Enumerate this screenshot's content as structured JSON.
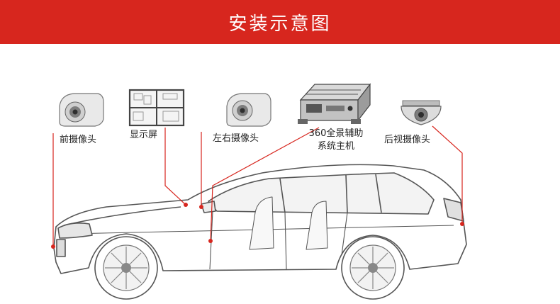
{
  "header": {
    "title": "安装示意图"
  },
  "components": [
    {
      "label": "前摄像头",
      "icon": "front-camera-icon"
    },
    {
      "label": "显示屏",
      "icon": "monitor-icon"
    },
    {
      "label": "左右摄像头",
      "icon": "side-camera-icon"
    },
    {
      "label_line1": "360全景辅助",
      "label_line2": "系统主机",
      "icon": "dvr-host-icon"
    },
    {
      "label": "后视摄像头",
      "icon": "rear-camera-icon"
    }
  ],
  "colors": {
    "banner": "#d7261e",
    "connector": "#d7261e",
    "car_outline": "#555555"
  }
}
